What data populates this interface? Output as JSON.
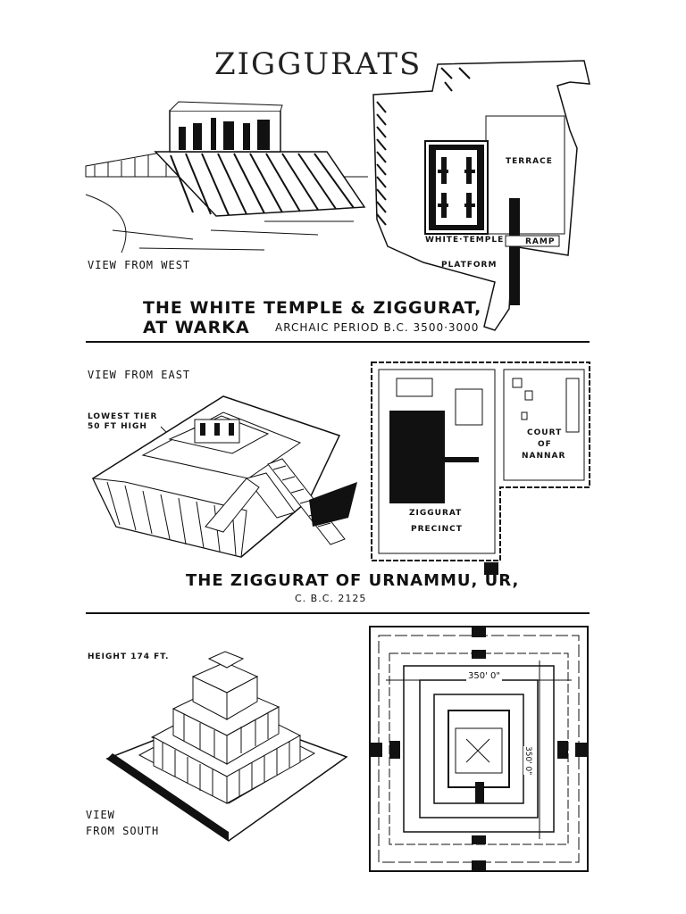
{
  "title": "ZIGGURATS",
  "section1": {
    "view_label": "VIEW FROM WEST",
    "plan_terrace": "TERRACE",
    "plan_white_temple": "WHITE·TEMPLE",
    "plan_ramp": "RAMP",
    "plan_platform": "PLATFORM",
    "caption_line1": "THE WHITE TEMPLE & ZIGGURAT,",
    "caption_line2a": "AT WARKA",
    "caption_line2b": "ARCHAIC PERIOD B.C. 3500·3000"
  },
  "section2": {
    "view_label": "VIEW FROM EAST",
    "tier_note_line1": "LOWEST TIER",
    "tier_note_line2": "50 FT HIGH",
    "plan_ziggurat": "ZIGGURAT",
    "plan_precinct": "PRECINCT",
    "plan_court_1": "COURT",
    "plan_court_2": "OF",
    "plan_court_3": "NANNAR",
    "caption": "THE ZIGGURAT OF URNAMMU, UR,",
    "date": "C. B.C. 2125"
  },
  "section3": {
    "height_note": "HEIGHT 174 FT.",
    "view_label_1": "VIEW",
    "view_label_2": "FROM SOUTH",
    "dim_horizontal": "350' 0\"",
    "dim_vertical": "350' 0\""
  }
}
